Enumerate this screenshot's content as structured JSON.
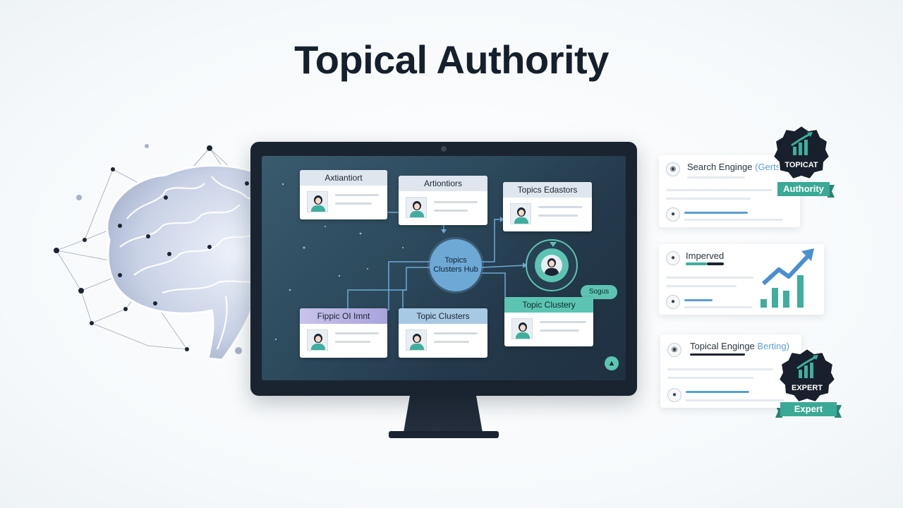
{
  "title": "Topical Authority",
  "screen": {
    "cards": [
      {
        "id": "c1",
        "header": "Axtiantiort"
      },
      {
        "id": "c2",
        "header": "Artiontiors"
      },
      {
        "id": "c3",
        "header": "Topics Edastors"
      },
      {
        "id": "c4",
        "header": "Fippic OI Imnt"
      },
      {
        "id": "c5",
        "header": "Topic Clusters"
      },
      {
        "id": "c6",
        "header": "Topic Clustery"
      }
    ],
    "hub_label": "Topics Clusters Hub",
    "pill_label": "Sogus",
    "lock_icon": "lock-icon"
  },
  "panels": [
    {
      "title": "Search Enginge",
      "title_highlight": "(Gerts"
    },
    {
      "title": "Imperved"
    },
    {
      "title": "Topical Enginge",
      "title_highlight": "Berting)"
    }
  ],
  "badges": {
    "top": {
      "seal_text": "TOPICAT",
      "ribbon_text": "Authority"
    },
    "bottom": {
      "seal_text": "EXPERT",
      "ribbon_text": "Expert"
    }
  },
  "colors": {
    "accent_teal": "#3fae9e",
    "accent_blue": "#5a9fd0",
    "dark": "#1a2330"
  }
}
